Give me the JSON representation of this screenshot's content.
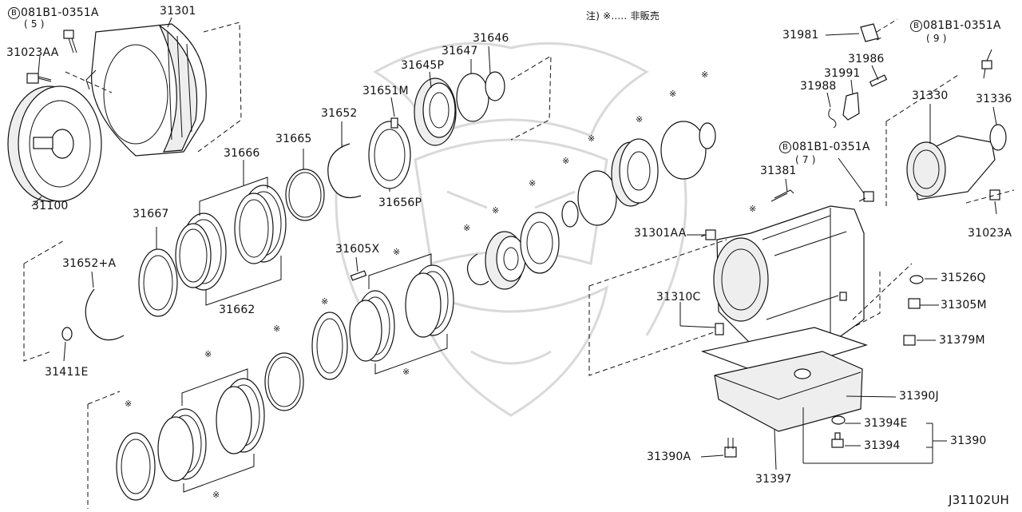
{
  "note_text": "注) ※..... 非販売",
  "diagram_code": "J31102UH",
  "mark_symbol": "※",
  "bolt_prefix": "B",
  "labels": {
    "p081b1_a": "081B1-0351A",
    "q5": "( 5 )",
    "p31301": "31301",
    "p31023aa": "31023AA",
    "p31100": "31100",
    "p31666": "31666",
    "p31665": "31665",
    "p31652": "31652",
    "p31651m": "31651M",
    "p31645p": "31645P",
    "p31647": "31647",
    "p31646": "31646",
    "p31656p": "31656P",
    "p31667": "31667",
    "p31662": "31662",
    "p31652a": "31652+A",
    "p31411e": "31411E",
    "p31605x": "31605X",
    "p31981": "31981",
    "p31986": "31986",
    "p31991": "31991",
    "p31988": "31988",
    "p081b1_b": "081B1-0351A",
    "q9": "( 9 )",
    "p31330": "31330",
    "p31336": "31336",
    "p081b1_c": "081B1-0351A",
    "q7": "( 7 )",
    "p31381": "31381",
    "p31301aa": "31301AA",
    "p31023a": "31023A",
    "p31526q": "31526Q",
    "p31305m": "31305M",
    "p31310c": "31310C",
    "p31379m": "31379M",
    "p31390j": "31390J",
    "p31394e": "31394E",
    "p31390": "31390",
    "p31394": "31394",
    "p31390a": "31390A",
    "p31397": "31397"
  }
}
